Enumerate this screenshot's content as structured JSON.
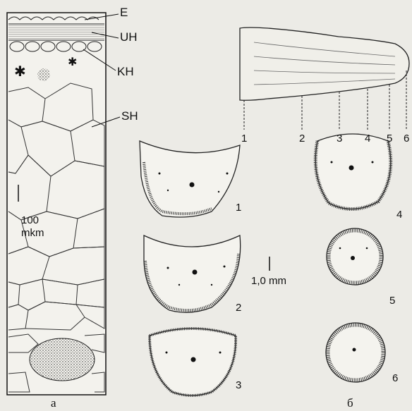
{
  "panel_a": {
    "layer_labels": {
      "e": "E",
      "uh": "UH",
      "kh": "KH",
      "sh": "SH"
    },
    "scale_value": "100",
    "scale_unit": "mkm",
    "panel_letter": "a"
  },
  "panel_b": {
    "leaf_position_labels": [
      "1",
      "2",
      "3",
      "4",
      "5",
      "6"
    ],
    "section_labels": [
      "1",
      "2",
      "3",
      "4",
      "5",
      "6"
    ],
    "scale_label": "1,0 mm",
    "panel_letter": "б"
  }
}
